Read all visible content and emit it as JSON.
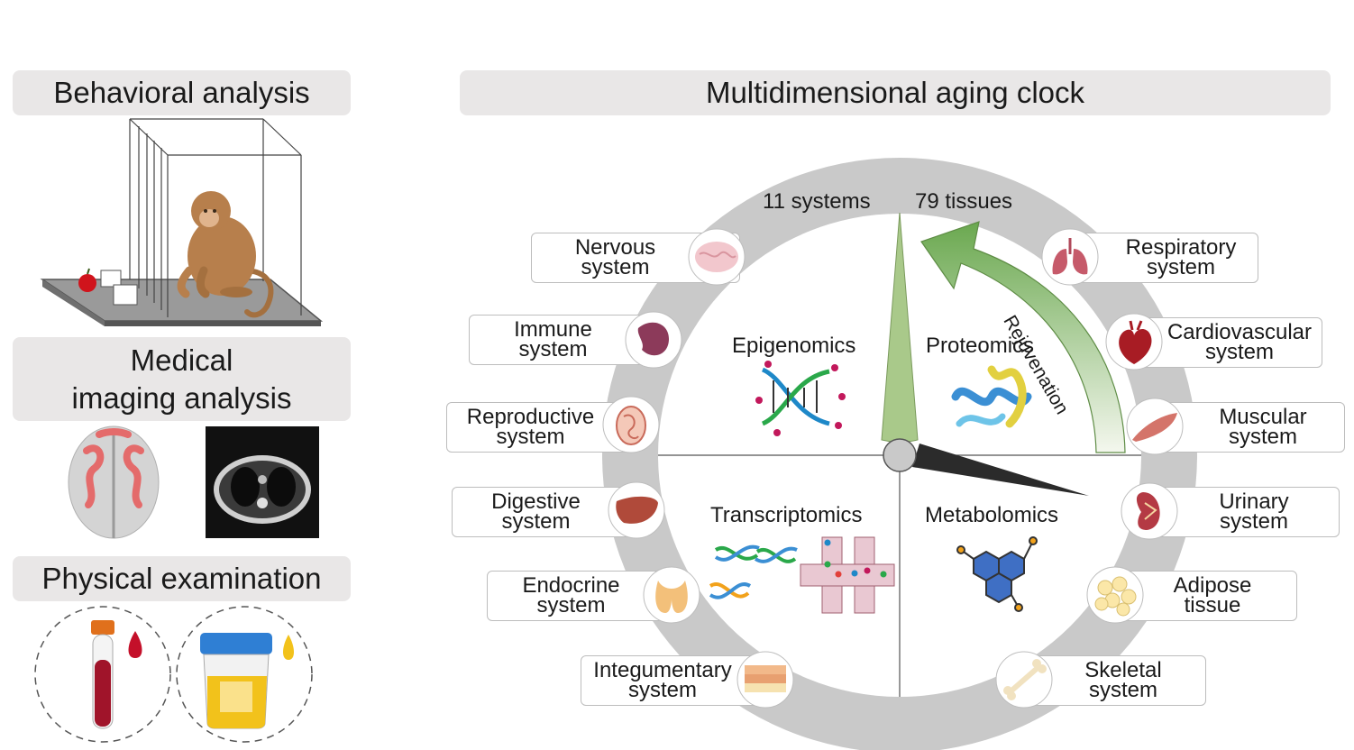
{
  "left": {
    "behavioral_title": "Behavioral analysis",
    "imaging_title_line1": "Medical",
    "imaging_title_line2": "imaging analysis",
    "physical_title": "Physical examination"
  },
  "clock": {
    "title": "Multidimensional aging clock",
    "systems_count": "11 systems",
    "tissues_count": "79 tissues",
    "rejuvenation": "Rejuvenation",
    "quadrants": [
      "Epigenomics",
      "Proteomics",
      "Transcriptomics",
      "Metabolomics"
    ]
  },
  "systems_left": [
    {
      "line1": "Nervous",
      "line2": "system",
      "icon": "brain-icon"
    },
    {
      "line1": "Immune",
      "line2": "system",
      "icon": "spleen-icon"
    },
    {
      "line1": "Reproductive",
      "line2": "system",
      "icon": "testis-icon"
    },
    {
      "line1": "Digestive",
      "line2": "system",
      "icon": "liver-icon"
    },
    {
      "line1": "Endocrine",
      "line2": "system",
      "icon": "thyroid-icon"
    },
    {
      "line1": "Integumentary",
      "line2": "system",
      "icon": "skin-icon"
    }
  ],
  "systems_right": [
    {
      "line1": "Respiratory",
      "line2": "system",
      "icon": "lungs-icon"
    },
    {
      "line1": "Cardiovascular",
      "line2": "system",
      "icon": "heart-icon"
    },
    {
      "line1": "Muscular",
      "line2": "system",
      "icon": "muscle-icon"
    },
    {
      "line1": "Urinary",
      "line2": "system",
      "icon": "kidney-icon"
    },
    {
      "line1": "Adipose",
      "line2": "tissue",
      "icon": "adipose-icon"
    },
    {
      "line1": "Skeletal",
      "line2": "system",
      "icon": "bone-icon"
    }
  ],
  "colors": {
    "header_bg": "#e9e7e7",
    "ring": "#c8c8c8",
    "minute_hand": "#a9c98a",
    "hour_hand": "#2b2b2b",
    "rejuvenation_arrow": "#8fbf6a",
    "blood": "#b0102a",
    "urine": "#f2c21b"
  }
}
